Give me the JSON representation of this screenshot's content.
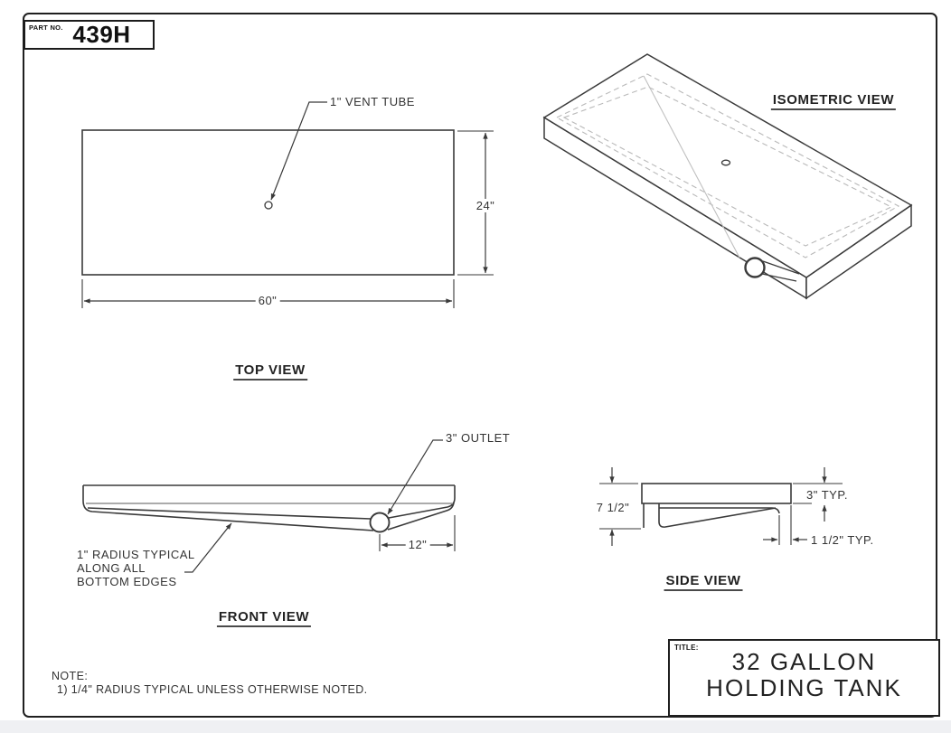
{
  "part_block": {
    "label": "PART NO.",
    "value": "439H"
  },
  "title_block": {
    "label": "TITLE:",
    "line1": "32 GALLON",
    "line2": "HOLDING TANK"
  },
  "note": {
    "label": "NOTE:",
    "line1": "1) 1/4\" RADIUS TYPICAL UNLESS OTHERWISE NOTED."
  },
  "views": {
    "top": {
      "label": "TOP VIEW",
      "vent_callout": "1\" VENT TUBE",
      "dim_width": "60\"",
      "dim_depth": "24\""
    },
    "isometric": {
      "label": "ISOMETRIC VIEW"
    },
    "front": {
      "label": "FRONT VIEW",
      "outlet_callout": "3\" OUTLET",
      "dim_outlet_offset": "12\"",
      "radius_note": [
        "1\" RADIUS TYPICAL",
        "ALONG ALL",
        "BOTTOM EDGES"
      ]
    },
    "side": {
      "label": "SIDE VIEW",
      "dim_height": "7 1/2\"",
      "dim_flange": "3\" TYP.",
      "dim_wall": "1 1/2\" TYP."
    }
  },
  "colors": {
    "line": "#3a3a3a",
    "hidden": "#b9b9b9",
    "interior": "#8f8f8f"
  }
}
